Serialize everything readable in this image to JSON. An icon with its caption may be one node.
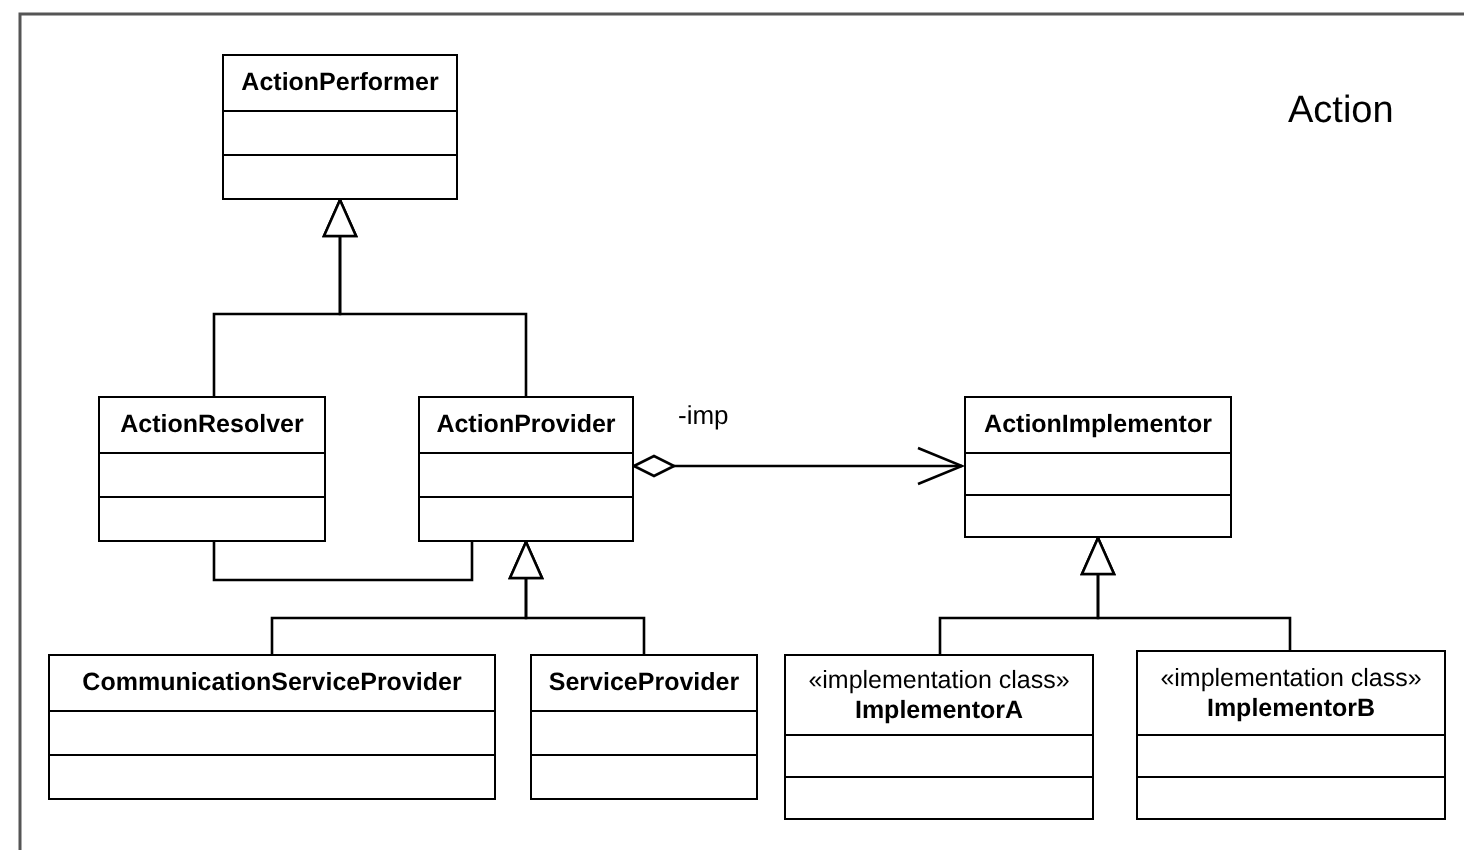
{
  "diagram": {
    "nodes": [
      {
        "text": [
          "ActionPerformer"
        ]
      },
      {
        "text": [
          "ActionResolver"
        ]
      },
      {
        "text": [
          "ActionProvider"
        ]
      },
      {
        "text": [
          "ActionImplementor"
        ]
      },
      {
        "text": [
          "CommunicationServiceProvider"
        ]
      },
      {
        "text": [
          "ServiceProvider"
        ]
      },
      {
        "text": [
          "«implementation class»",
          "ImplementorA"
        ]
      },
      {
        "text": [
          "«implementation class»",
          "ImplementorB"
        ]
      }
    ],
    "edges": [
      {
        "from": 1,
        "to": 0,
        "arrow": "to"
      },
      {
        "from": 2,
        "to": 0,
        "arrow": "to"
      },
      {
        "from": 1,
        "to": 2,
        "arrow": "none"
      },
      {
        "from": 2,
        "to": 3,
        "arrow": "to",
        "label": "-imp"
      },
      {
        "from": 4,
        "to": 2,
        "arrow": "to"
      },
      {
        "from": 5,
        "to": 2,
        "arrow": "to"
      },
      {
        "from": 6,
        "to": 3,
        "arrow": "to"
      },
      {
        "from": 7,
        "to": 3,
        "arrow": "to"
      }
    ],
    "labels": [
      "Action"
    ]
  }
}
